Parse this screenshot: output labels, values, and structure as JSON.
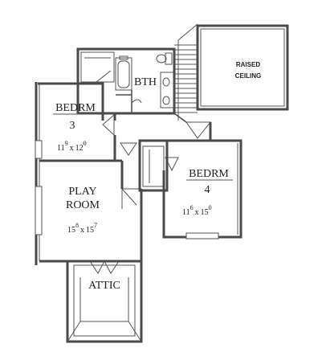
{
  "rooms": {
    "bedroom3": {
      "name": "BEDRM",
      "number": "3",
      "dim_a": "11",
      "sup_a": "9",
      "x": "x",
      "dim_b": "12",
      "sup_b": "0"
    },
    "playroom": {
      "name_1": "PLAY",
      "name_2": "ROOM",
      "dim_a": "15",
      "sup_a": "8",
      "x": "x",
      "dim_b": "15",
      "sup_b": "7"
    },
    "bedroom4": {
      "name": "BEDRM",
      "number": "4",
      "dim_a": "11",
      "sup_a": "6",
      "x": "x",
      "dim_b": "15",
      "sup_b": "0"
    },
    "bath": {
      "name": "BTH"
    },
    "attic": {
      "name": "ATTIC"
    },
    "raised_ceiling": {
      "line_1": "RAISED",
      "line_2": "CEILING"
    }
  }
}
